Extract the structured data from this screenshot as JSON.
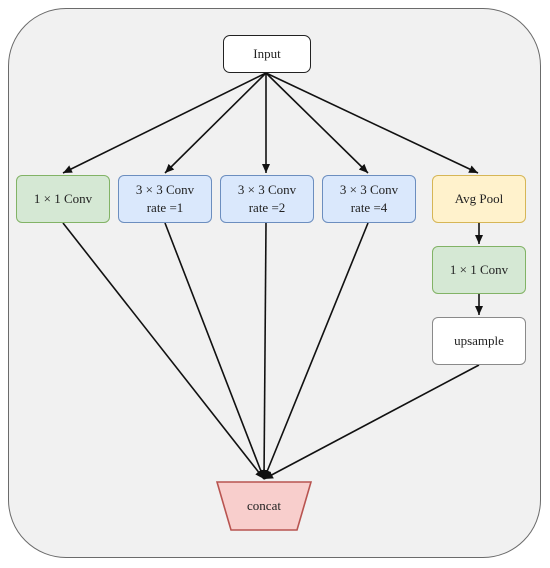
{
  "nodes": {
    "input": "Input",
    "branch1": {
      "line1": "1 × 1 Conv"
    },
    "branch2": {
      "line1": "3 × 3 Conv",
      "line2": "rate =1"
    },
    "branch3": {
      "line1": "3 × 3 Conv",
      "line2": "rate =2"
    },
    "branch4": {
      "line1": "3 × 3 Conv",
      "line2": "rate =4"
    },
    "avgpool": "Avg Pool",
    "pool_conv": "1 × 1 Conv",
    "upsample": "upsample",
    "concat": "concat"
  },
  "colors": {
    "white": "#ffffff",
    "green_fill": "#d5e8d4",
    "green_border": "#82b366",
    "blue_fill": "#dae8fc",
    "blue_border": "#6c8ebf",
    "yellow_fill": "#fff2cc",
    "yellow_border": "#d6b656",
    "red_fill": "#f8cecc",
    "red_border": "#b85450",
    "edge": "#111111",
    "frame_fill": "#f1f1f1"
  }
}
